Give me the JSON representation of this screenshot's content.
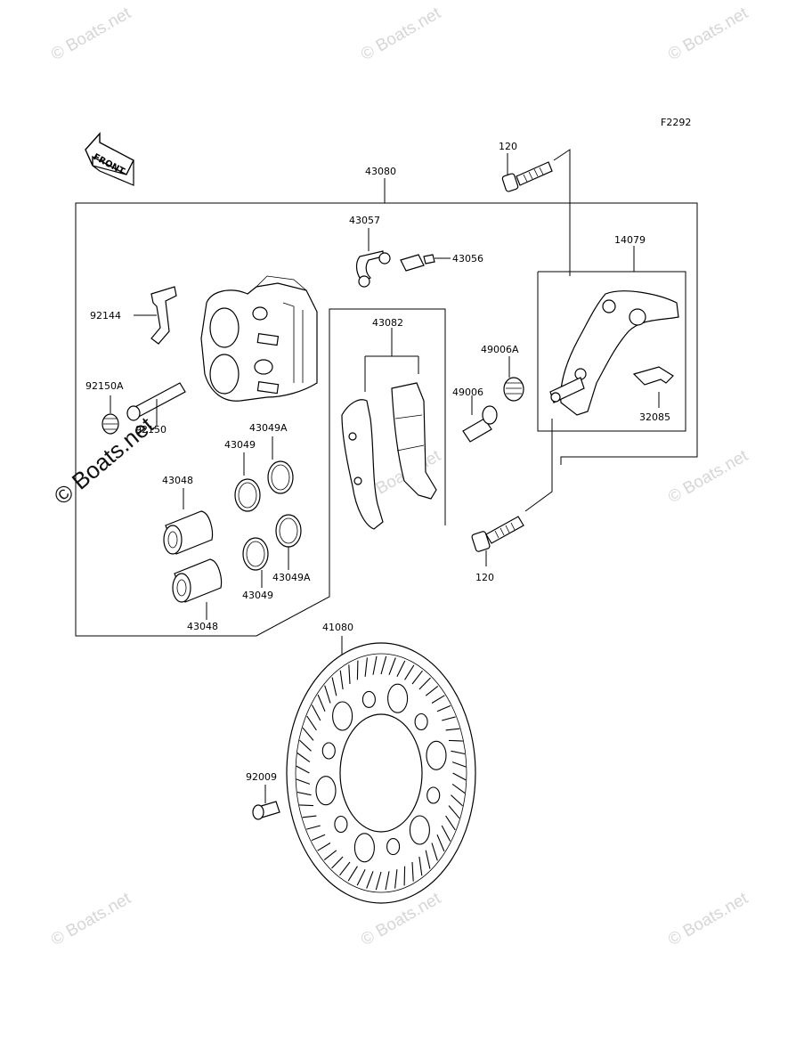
{
  "figure_code": "F2292",
  "front_arrow_label": "FRONT",
  "watermark_text": "© Boats.net",
  "labels": {
    "bolt_top": "120",
    "caliper_assy": "43080",
    "bleeder_cap": "43057",
    "bleeder_valve": "43056",
    "bracket": "14079",
    "pad_spring": "92144",
    "pad_set": "43082",
    "boot_a": "49006A",
    "slide_pin_boot_a": "92150A",
    "slide_pin": "92150",
    "boot": "49006",
    "bracket_spring": "32085",
    "seal_1": "43049",
    "seal_a_1": "43049A",
    "piston_1": "43048",
    "seal_2": "43049",
    "seal_a_2": "43049A",
    "bolt_bottom": "120",
    "piston_2": "43048",
    "disc": "41080",
    "disc_bolt": "92009"
  }
}
